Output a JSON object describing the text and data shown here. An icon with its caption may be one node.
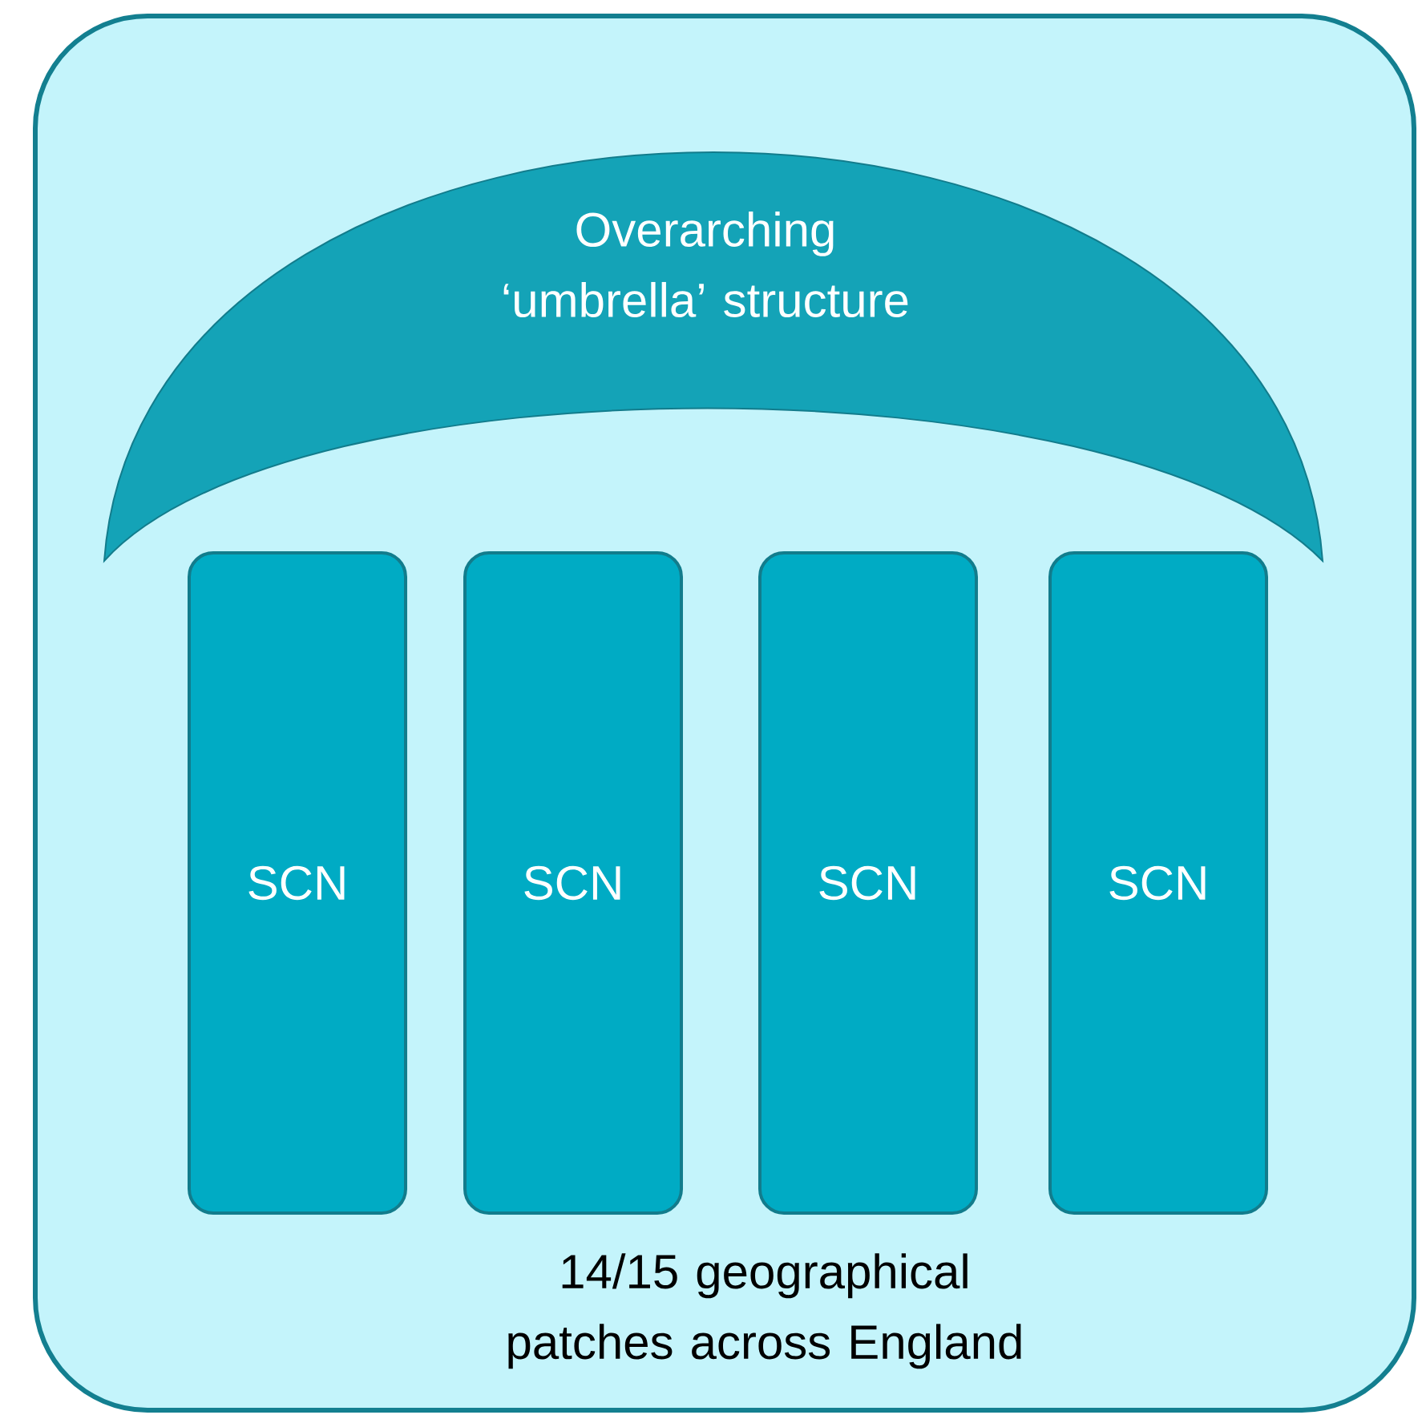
{
  "diagram": {
    "nodes": [
      {
        "text": [
          "14/15 geographical patches across England"
        ]
      },
      {
        "text": [
          "Overarching ‘umbrella’ structure"
        ],
        "in": 0
      },
      {
        "text": [
          "SCN"
        ],
        "in": 0
      },
      {
        "text": [
          "SCN"
        ],
        "in": 0
      },
      {
        "text": [
          "SCN"
        ],
        "in": 0
      },
      {
        "text": [
          "SCN"
        ],
        "in": 0
      }
    ]
  }
}
